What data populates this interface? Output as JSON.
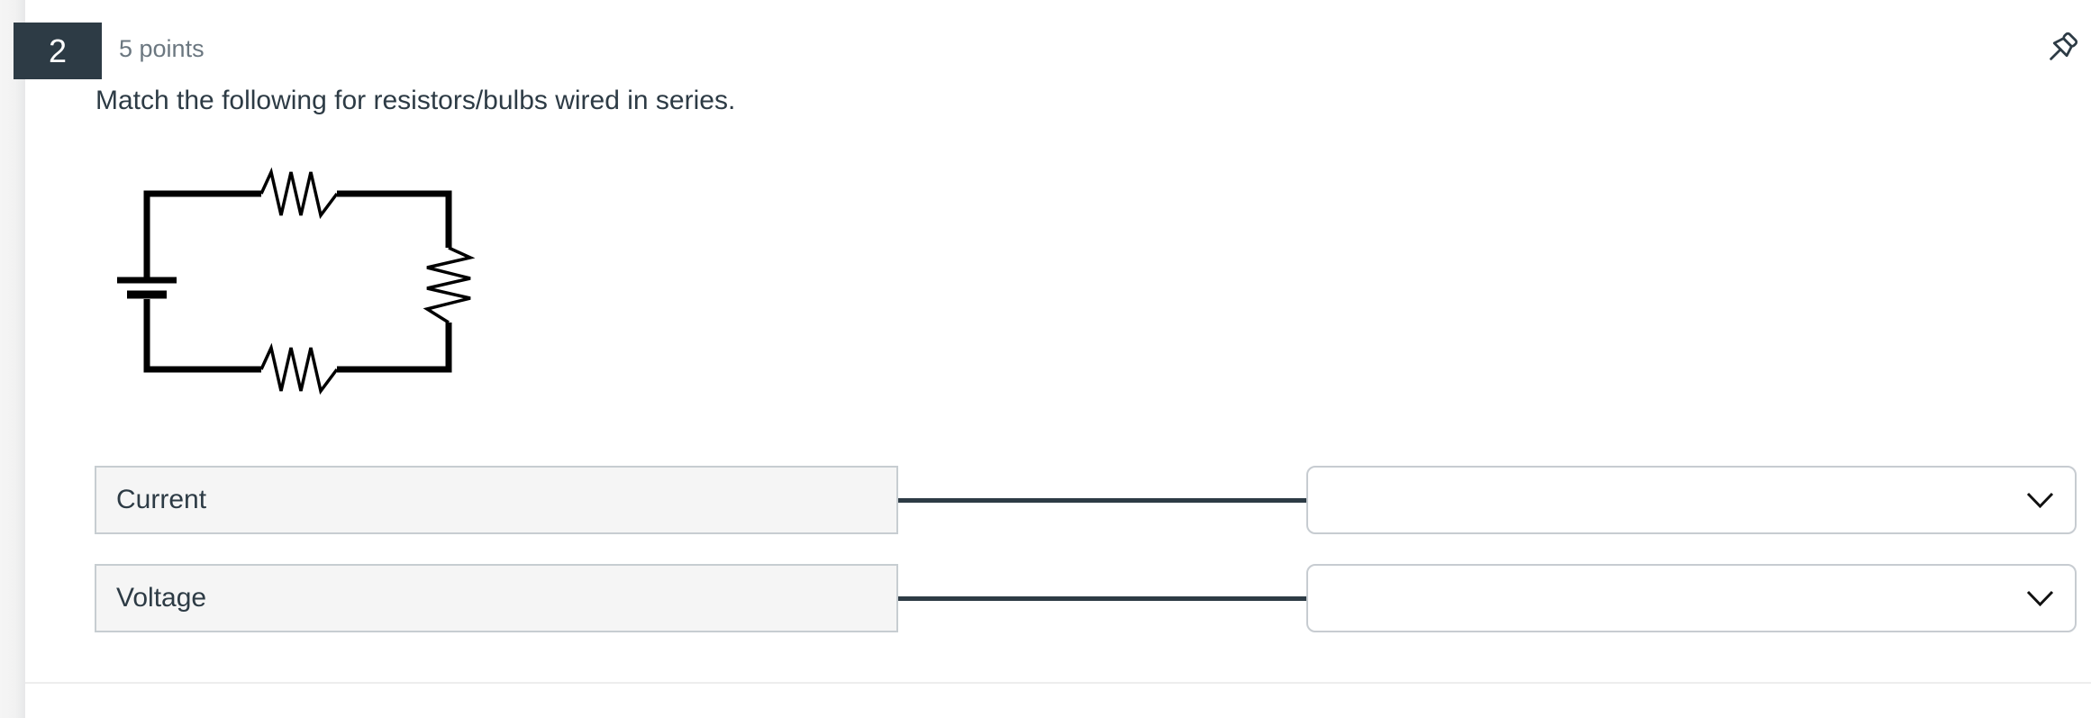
{
  "question": {
    "number": "2",
    "points": "5 points",
    "prompt": "Match the following for resistors/bulbs wired in series."
  },
  "diagram": {
    "name": "series-circuit-diagram",
    "description": "Closed rectangular circuit: battery on left side, resistor zigzag on top wire, resistor zigzag on right wire, resistor zigzag on bottom wire"
  },
  "matching": {
    "rows": [
      {
        "label": "Current",
        "value": ""
      },
      {
        "label": "Voltage",
        "value": ""
      }
    ]
  },
  "icons": {
    "pin": "pushpin-icon",
    "dropdown": "chevron-down-icon"
  },
  "colors": {
    "ink": "#2d3b45",
    "muted_text": "#6b7780",
    "source_box_bg": "#f5f5f5",
    "box_border": "#c7cdd1",
    "connector": "#2d3b45",
    "wire": "#000000",
    "divider": "#ededed"
  }
}
